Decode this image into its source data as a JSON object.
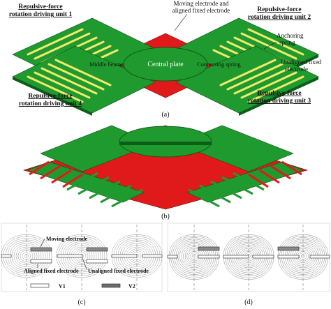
{
  "panel_a": {
    "units": [
      "Repulsive-force",
      "rotation driving unit 1",
      "Repulsive-force",
      "rotation driving unit 2",
      "Repulsive-force",
      "rotation driving unit 4",
      "Repulsive-force",
      "rotation driving unit 3"
    ],
    "moving_electrode_line1": "Moving electrode and",
    "moving_electrode_line2": "aligned fixed electrode",
    "anchoring_line1": "Anchoring",
    "anchoring_line2": "spring",
    "unaligned_line1": "Unaligned fixed",
    "unaligned_line2": "electrode",
    "middle_beam": "Middle beam",
    "central_plate": "Central plate",
    "connecting_spring": "Connecting spring",
    "caption": "(a)"
  },
  "panel_b": {
    "caption": "(b)"
  },
  "panel_c": {
    "moving_electrode": "Moving electrode",
    "aligned_fixed": "Aligned fixed electrode",
    "unaligned_fixed": "Unaligned fixed electrode",
    "legend_v1": "V1",
    "legend_v2": "V2",
    "caption": "(c)"
  },
  "panel_d": {
    "caption": "(d)"
  },
  "colors": {
    "green": "#1f9a2e",
    "red": "#e01a1a",
    "yellow": "#f2ea6a",
    "grey": "#6d6d6d"
  }
}
